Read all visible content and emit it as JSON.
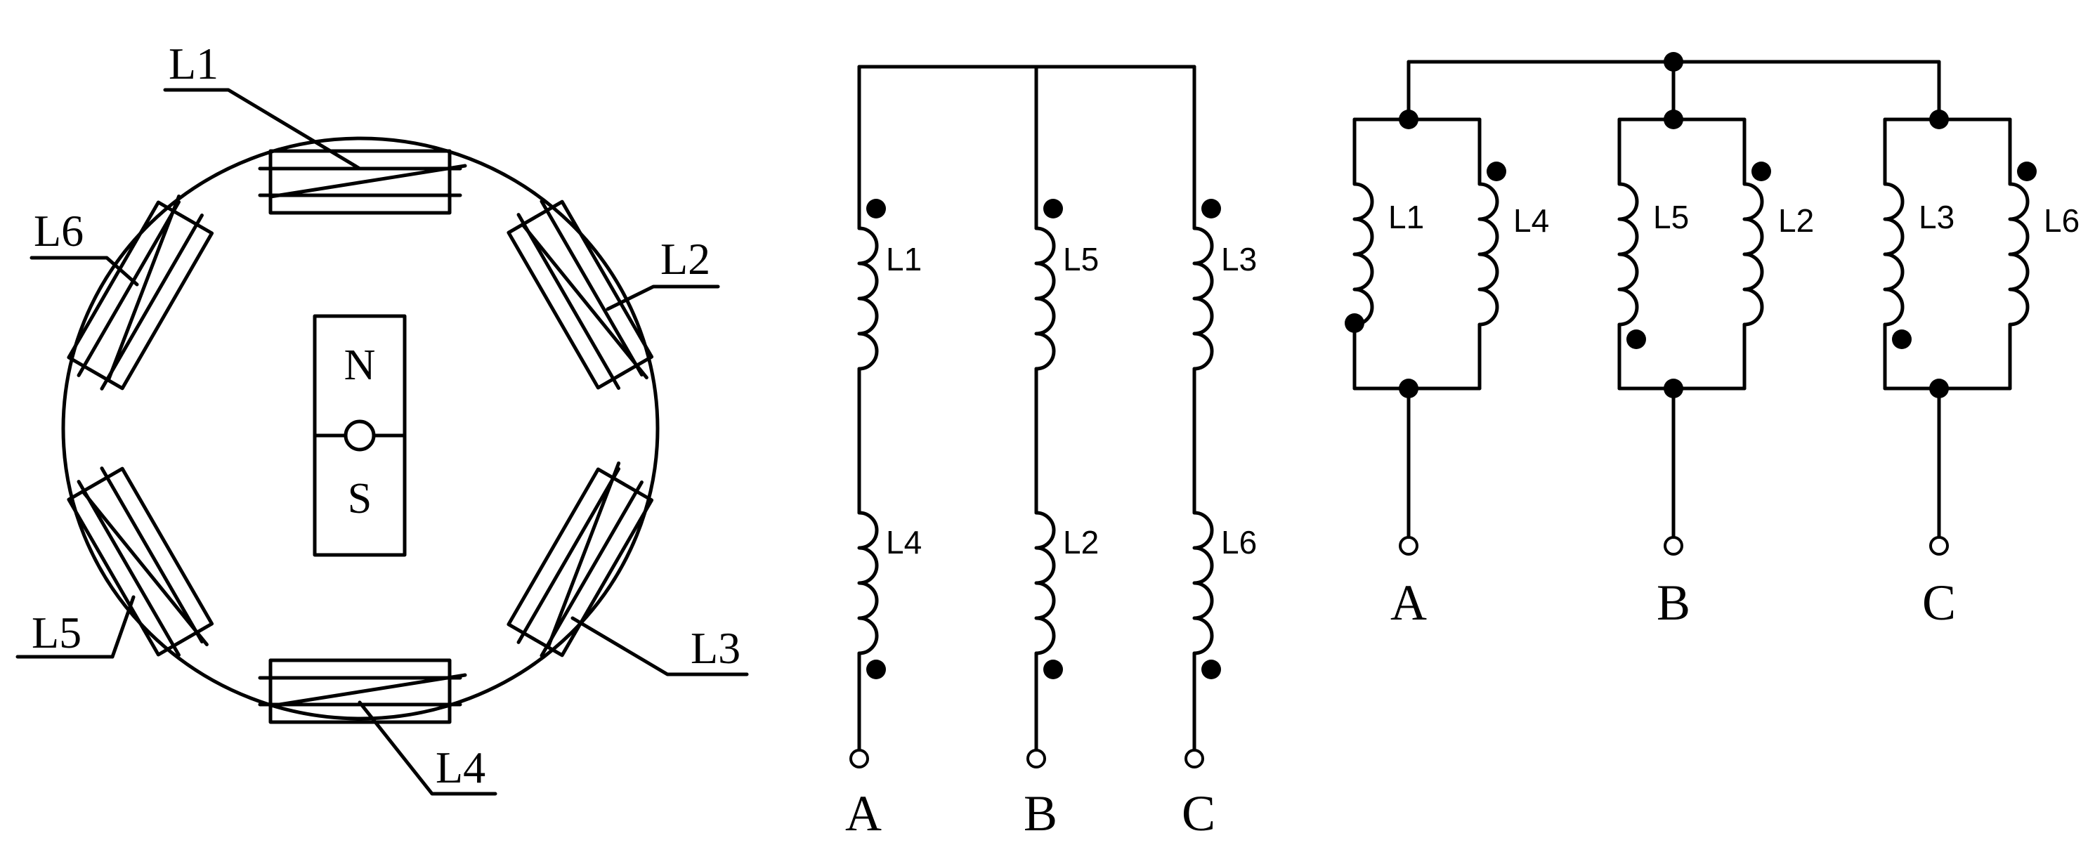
{
  "motor": {
    "magnet_north": "N",
    "magnet_south": "S",
    "coils": [
      "L1",
      "L2",
      "L3",
      "L4",
      "L5",
      "L6"
    ]
  },
  "series_circuit": {
    "columns": [
      {
        "top_coil": "L1",
        "bottom_coil": "L4",
        "terminal": "A"
      },
      {
        "top_coil": "L5",
        "bottom_coil": "L2",
        "terminal": "B"
      },
      {
        "top_coil": "L3",
        "bottom_coil": "L6",
        "terminal": "C"
      }
    ]
  },
  "parallel_circuit": {
    "groups": [
      {
        "left_coil": "L1",
        "right_coil": "L4",
        "terminal": "A"
      },
      {
        "left_coil": "L5",
        "right_coil": "L2",
        "terminal": "B"
      },
      {
        "left_coil": "L3",
        "right_coil": "L6",
        "terminal": "C"
      }
    ]
  }
}
